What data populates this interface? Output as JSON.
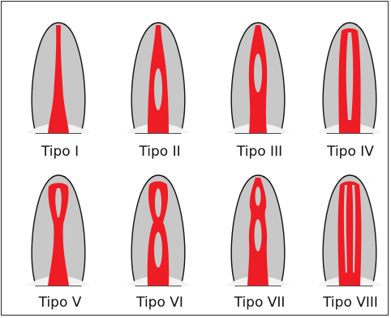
{
  "types": [
    {
      "label": "Tipo I"
    },
    {
      "label": "Tipo II"
    },
    {
      "label": "Tipo III"
    },
    {
      "label": "Tipo IV"
    },
    {
      "label": "Tipo V"
    },
    {
      "label": "Tipo VI"
    },
    {
      "label": "Tipo VII"
    },
    {
      "label": "Tipo VIII"
    }
  ],
  "colors": {
    "root": "#c8c8c8",
    "outline": "#111111",
    "crown_base": "#f2f2f2",
    "canal": "#ee1c24"
  }
}
